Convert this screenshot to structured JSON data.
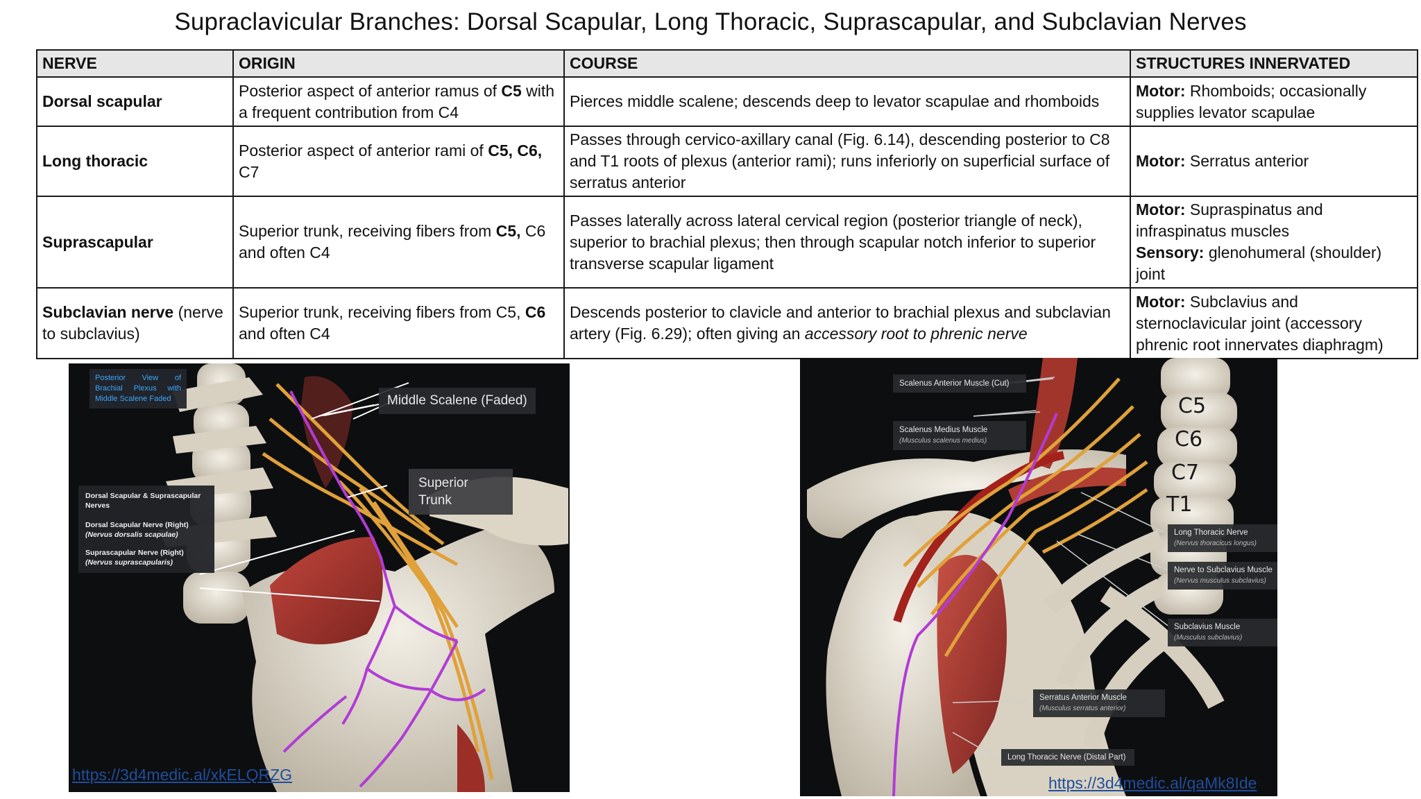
{
  "title": "Supraclavicular Branches: Dorsal Scapular, Long Thoracic, Suprascapular, and Subclavian Nerves",
  "table": {
    "headers": [
      "NERVE",
      "ORIGIN",
      "COURSE",
      "STRUCTURES INNERVATED"
    ],
    "rows": [
      {
        "nerve": "Dorsal scapular",
        "origin": {
          "t1": "Posterior aspect of anterior ramus of ",
          "b1": "C5",
          "t2": " with a frequent contribution from C4"
        },
        "course": "Pierces middle scalene; descends deep to levator scapulae and rhomboids",
        "structures": {
          "motor_label": "Motor:",
          "motor": " Rhomboids; occasionally supplies levator scapulae"
        }
      },
      {
        "nerve": "Long thoracic",
        "origin": {
          "t1": "Posterior aspect of anterior rami of ",
          "b1": "C5, C6,",
          "t2": " C7"
        },
        "course": "Passes through cervico-axillary canal (Fig. 6.14), descending posterior to C8 and T1 roots of plexus (anterior rami); runs inferiorly on superficial surface of serratus anterior",
        "structures": {
          "motor_label": "Motor:",
          "motor": " Serratus anterior"
        }
      },
      {
        "nerve": "Suprascapular",
        "origin": {
          "t1": "Superior trunk, receiving fibers from ",
          "b1": "C5,",
          "t2": " C6 and often C4"
        },
        "course": "Passes laterally across lateral cervical region (posterior triangle of neck), superior to brachial plexus; then through scapular notch inferior to superior transverse scapular ligament",
        "structures": {
          "motor_label": "Motor:",
          "motor": "  Supraspinatus and infraspinatus muscles",
          "sensory_label": "Sensory:",
          "sensory": " glenohumeral (shoulder) joint"
        }
      },
      {
        "nerve_bold": "Subclavian nerve",
        "nerve_rest": " (nerve to subclavius)",
        "origin": {
          "t1": "Superior trunk, receiving fibers from C5, ",
          "b1": "C6",
          "t2": " and often C4"
        },
        "course": {
          "t1": "Descends posterior to clavicle and anterior to brachial plexus and subclavian artery (Fig. 6.29); often giving an ",
          "i1": "accessory root to phrenic nerve"
        },
        "structures": {
          "motor_label": "Motor:",
          "motor": " Subclavius and sternoclavicular joint (accessory phrenic root innervates diaphragm)"
        }
      }
    ]
  },
  "left_image": {
    "caption": "Posterior View of Brachial Plexus with Middle Scalene Faded",
    "label_middle_scalene": "Middle Scalene (Faded)",
    "label_superior_trunk": "Superior Trunk",
    "legend_title": "Dorsal Scapular & Suprascapular Nerves",
    "legend_item1": "Dorsal Scapular Nerve (Right)",
    "legend_item1_latin": "(Nervus dorsalis scapulae)",
    "legend_item2": "Suprascapular Nerve (Right)",
    "legend_item2_latin": "(Nervus suprascapularis)",
    "link": "https://3d4medic.al/xkELQRZG"
  },
  "right_image": {
    "vertebra_labels": [
      "C5",
      "C6",
      "C7",
      "T1"
    ],
    "labels": [
      {
        "name": "Scalenus Anterior Muscle (Cut)",
        "latin": ""
      },
      {
        "name": "Scalenus Medius Muscle",
        "latin": "(Musculus scalenus medius)"
      },
      {
        "name": "Long Thoracic Nerve",
        "latin": "(Nervus thoracicus longus)"
      },
      {
        "name": "Nerve to Subclavius Muscle",
        "latin": "(Nervus musculus subclavius)"
      },
      {
        "name": "Subclavius Muscle",
        "latin": "(Musculus subclavius)"
      },
      {
        "name": "Serratus Anterior Muscle",
        "latin": "(Musculus serratus anterior)"
      },
      {
        "name": "Long Thoracic Nerve (Distal Part)",
        "latin": ""
      }
    ],
    "link": "https://3d4medic.al/qaMk8Ide"
  },
  "colors": {
    "nerve_purple": "#b23bd6",
    "nerve_yellow": "#e0a13a",
    "muscle_red": "#a8332c",
    "bone": "#e9e3d6",
    "panel_bg": "#0d0e10",
    "link_blue": "#1f4e9c"
  }
}
